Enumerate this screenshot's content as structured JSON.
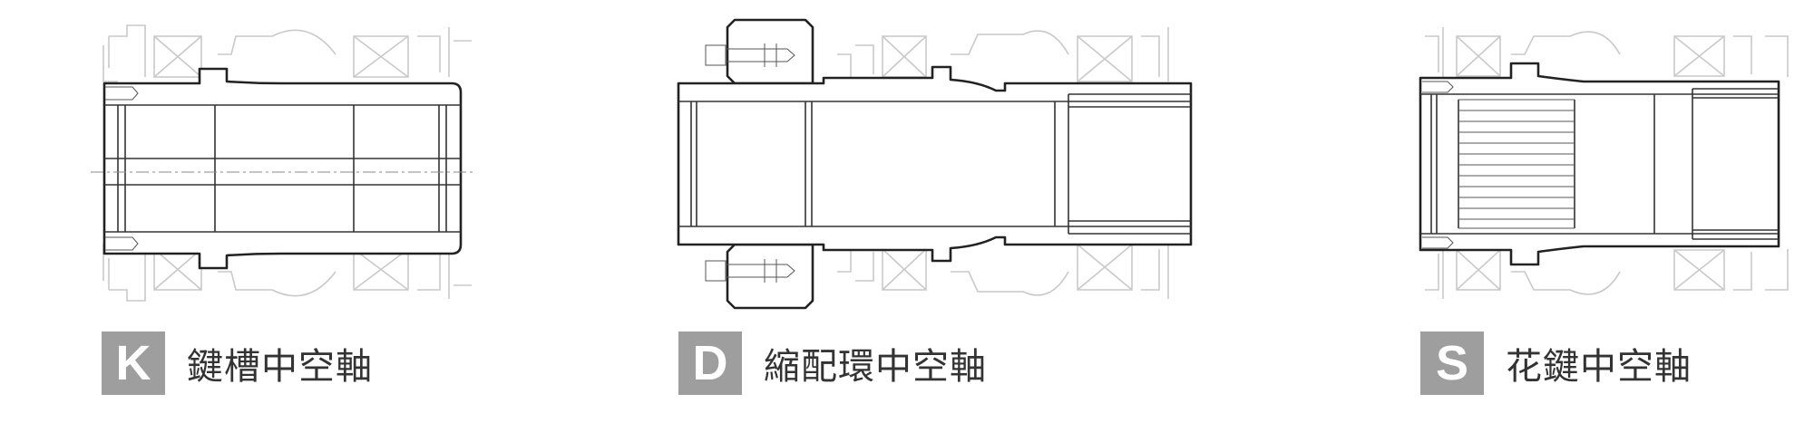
{
  "panels": [
    {
      "letter": "K",
      "label": "鍵槽中空軸"
    },
    {
      "letter": "D",
      "label": "縮配環中空軸"
    },
    {
      "letter": "S",
      "label": "花鍵中空軸"
    }
  ],
  "colors": {
    "badge": "#9e9e9e",
    "outline": "#222222",
    "ghost": "#c9c9c9",
    "text": "#333333"
  }
}
